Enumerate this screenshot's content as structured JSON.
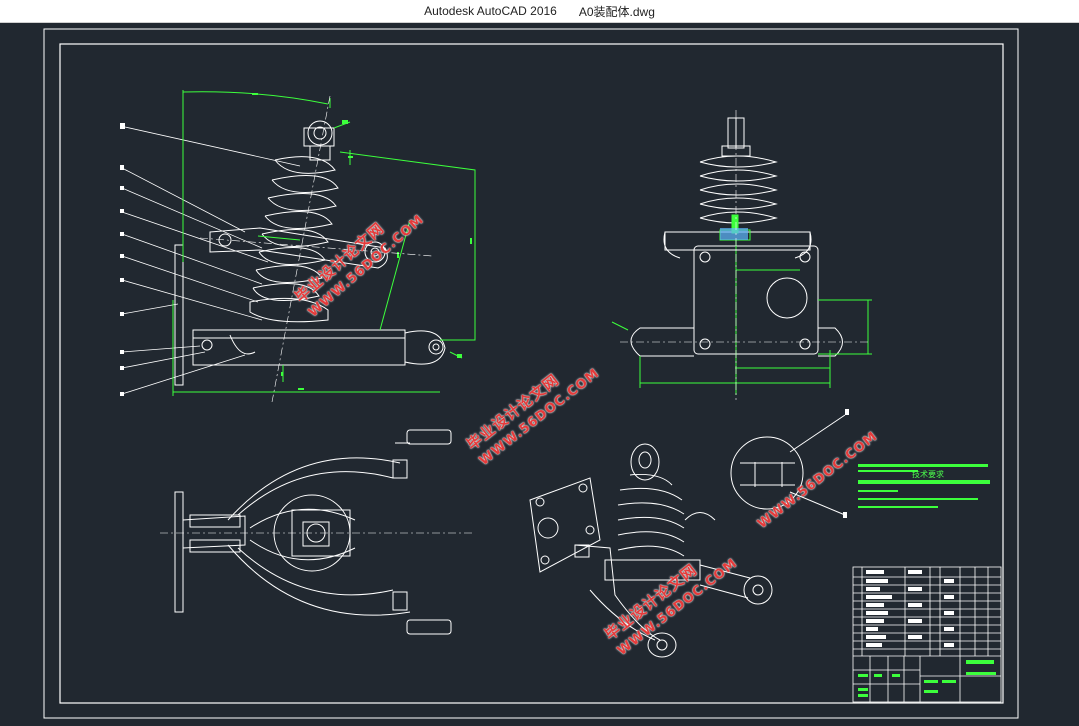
{
  "window": {
    "app_name": "Autodesk AutoCAD 2016",
    "file_name": "A0装配体.dwg"
  },
  "watermarks": [
    {
      "text": "毕业设计论文网",
      "sub": "WWW.56DOC.COM"
    },
    {
      "text": "毕业设计论文网",
      "sub": "WWW.56DOC.COM"
    },
    {
      "text": "毕业设计论文网",
      "sub": "WWW.56DOC.COM"
    },
    {
      "text": "WWW.56DOC.COM"
    }
  ],
  "colors": {
    "background": "#212830",
    "line": "#ffffff",
    "dimension": "#3cff3c",
    "watermark": "#e53b3b"
  },
  "tech_requirements": {
    "title": "技术要求"
  }
}
